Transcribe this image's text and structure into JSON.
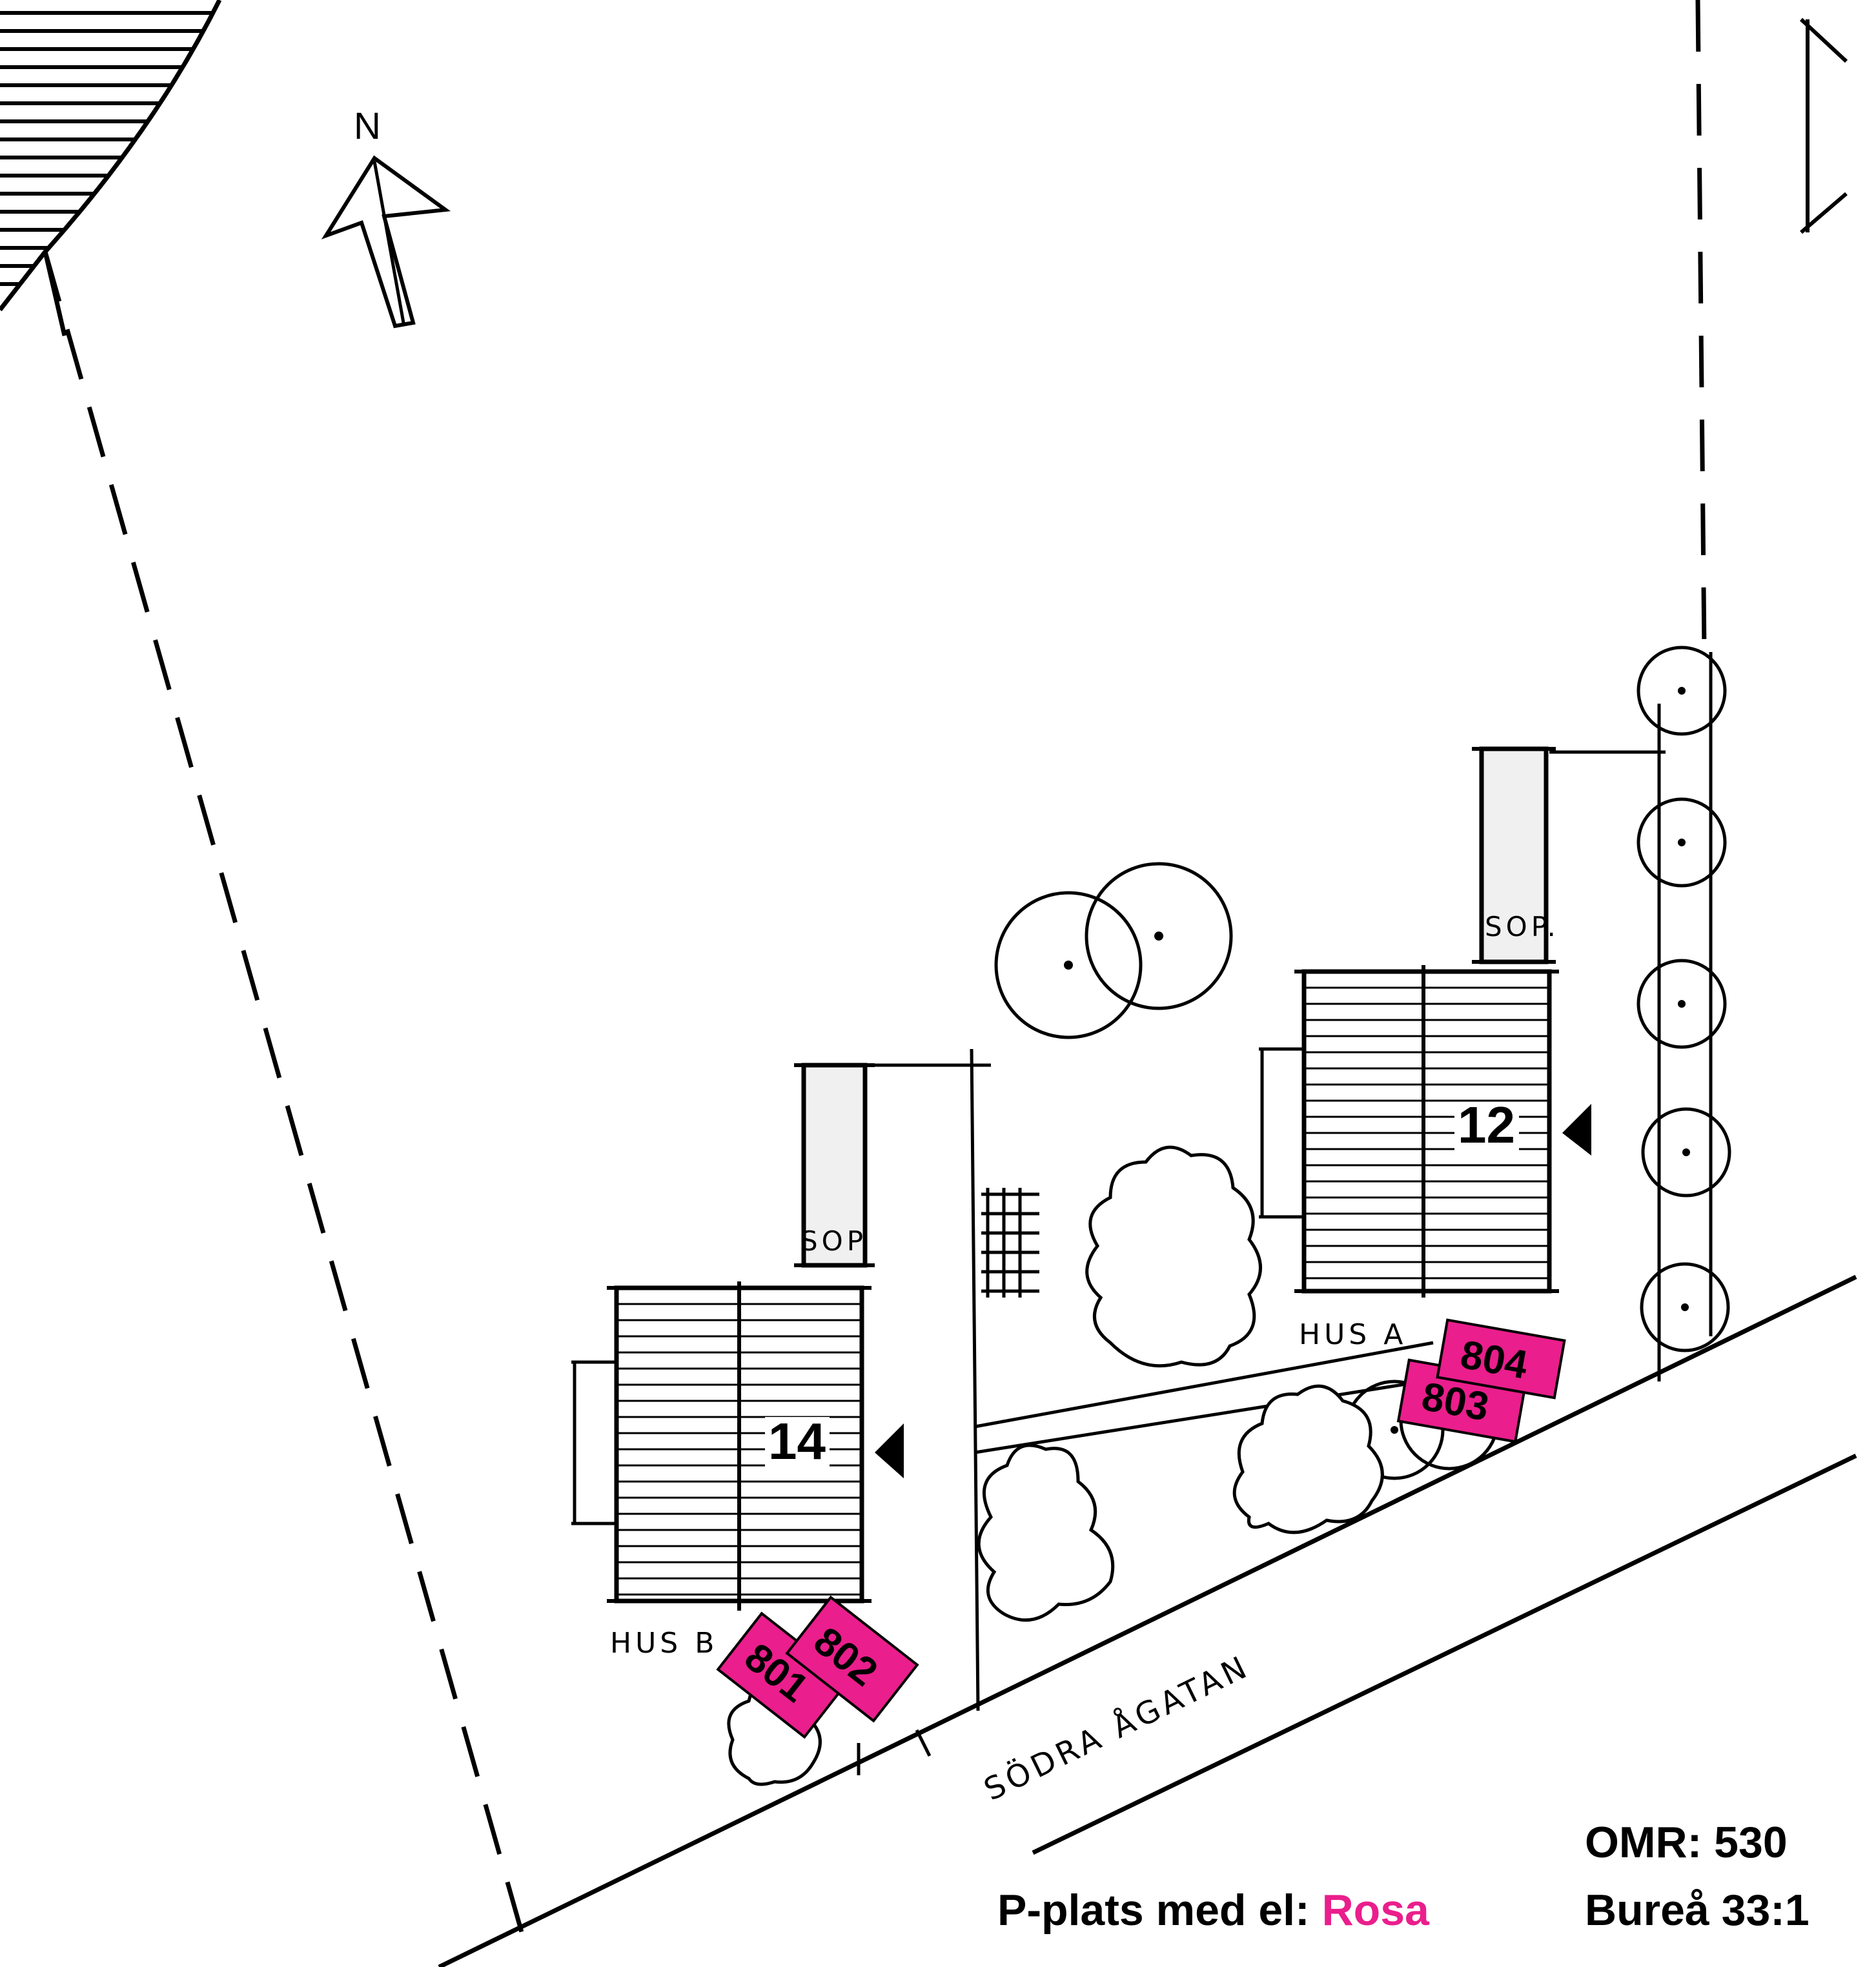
{
  "map": {
    "north_label": "N",
    "street_name": "SÖDRA ÅGATAN",
    "buildings": [
      {
        "id": "hus-a",
        "name": "HUS A",
        "number": "12",
        "waste": "SOP."
      },
      {
        "id": "hus-b",
        "name": "HUS B",
        "number": "14",
        "waste": "SOP"
      }
    ],
    "parking_spots": [
      "801",
      "802",
      "803",
      "804"
    ],
    "parking_color": "#ea1e8c"
  },
  "legend": {
    "text": "P-plats med el:",
    "value": "Rosa"
  },
  "info": {
    "area": "OMR: 530",
    "property": "Bureå 33:1"
  }
}
